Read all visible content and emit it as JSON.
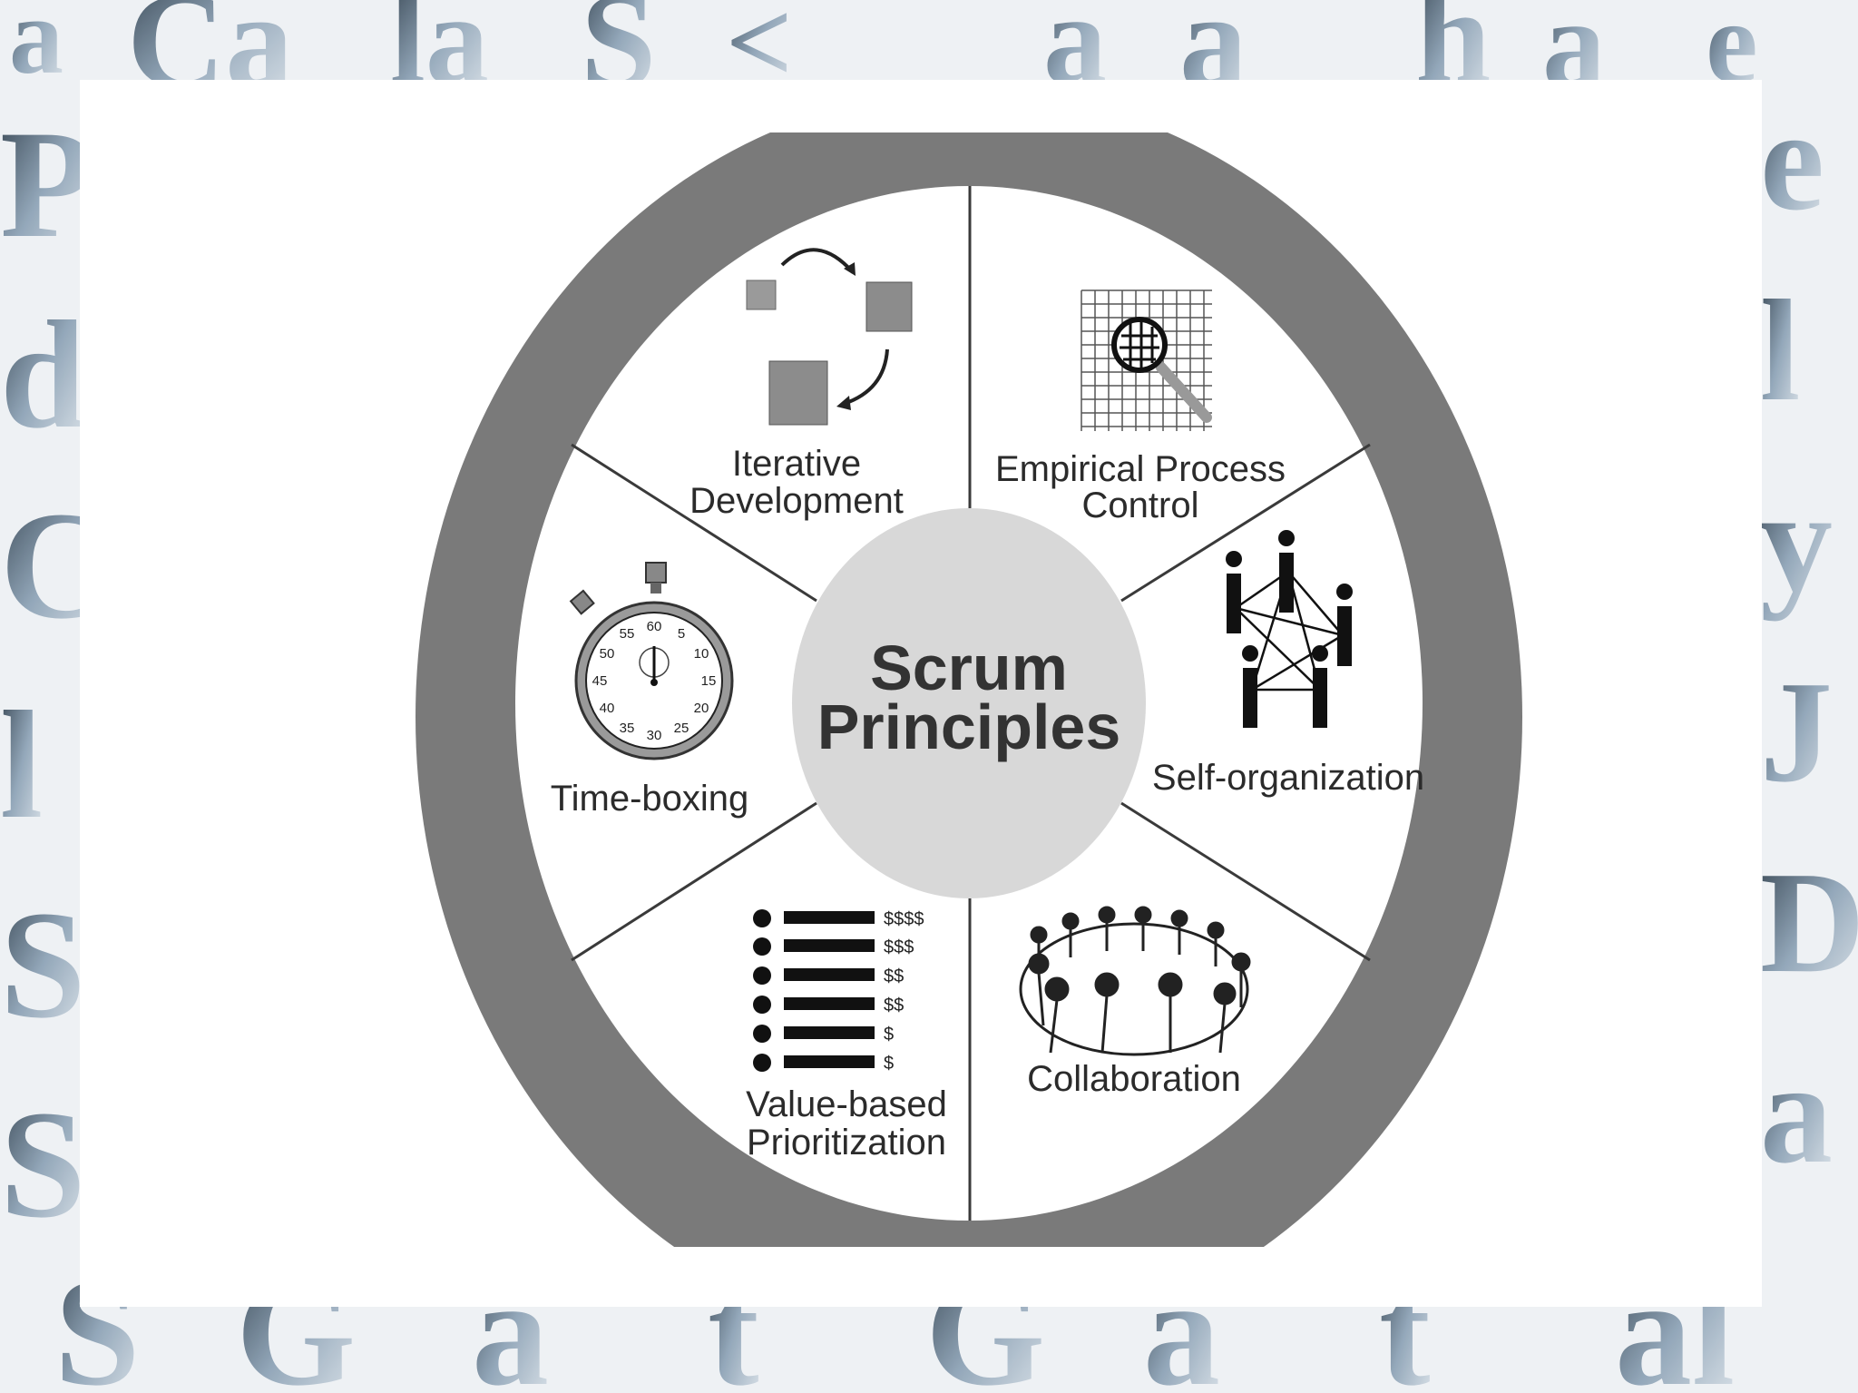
{
  "center": {
    "line1": "Scrum",
    "line2": "Principles"
  },
  "principles": [
    {
      "line1": "Iterative",
      "line2": "Development",
      "icon": "iterative-cycle-icon"
    },
    {
      "line1": "Empirical Process",
      "line2": "Control",
      "icon": "magnifier-grid-icon"
    },
    {
      "line1": "Self-organization",
      "line2": "",
      "icon": "people-network-icon"
    },
    {
      "line1": "Collaboration",
      "line2": "",
      "icon": "people-circle-icon"
    },
    {
      "line1": "Value-based",
      "line2": "Prioritization",
      "icon": "prioritized-list-icon"
    },
    {
      "line1": "Time-boxing",
      "line2": "",
      "icon": "stopwatch-icon"
    }
  ],
  "priority_values": [
    "$$$$",
    "$$$",
    "$$",
    "$$",
    "$",
    "$"
  ],
  "stopwatch_numbers": [
    "60",
    "5",
    "10",
    "15",
    "20",
    "25",
    "30",
    "35",
    "40",
    "45",
    "50",
    "55"
  ],
  "colors": {
    "ring": "#7a7a7a",
    "center": "#d8d8d8",
    "wedge": "#ffffff",
    "divider": "#3a3a3a"
  }
}
